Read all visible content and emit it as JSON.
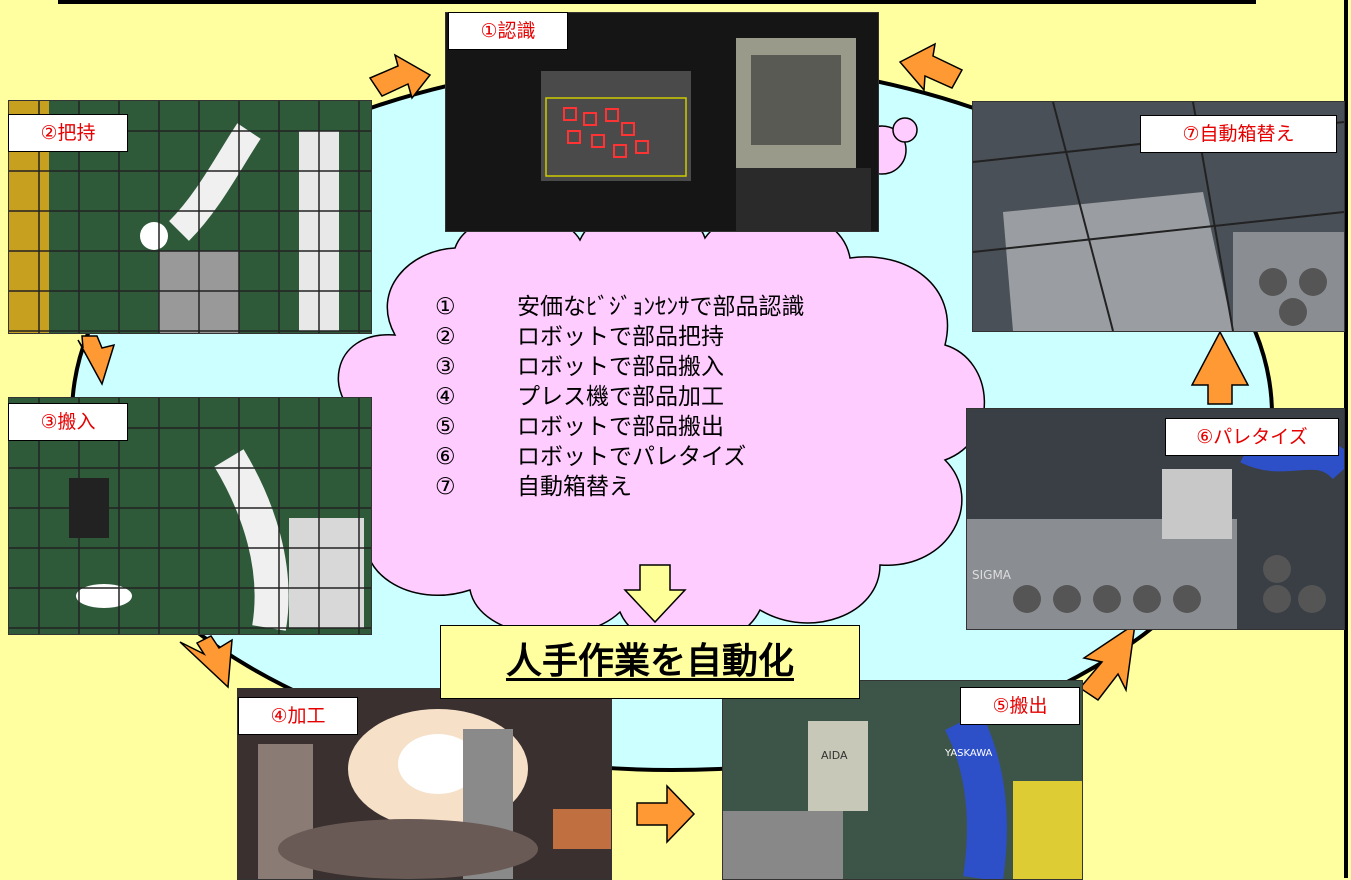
{
  "steps": [
    {
      "label": "①認識"
    },
    {
      "label": "②把持"
    },
    {
      "label": "③搬入"
    },
    {
      "label": "④加工"
    },
    {
      "label": "⑤搬出"
    },
    {
      "label": "⑥パレタイズ"
    },
    {
      "label": "⑦自動箱替え"
    }
  ],
  "summary": [
    {
      "num": "①",
      "text": "安価なﾋﾞｼﾞｮﾝｾﾝｻで部品認識"
    },
    {
      "num": "②",
      "text": "ロボットで部品把持"
    },
    {
      "num": "③",
      "text": "ロボットで部品搬入"
    },
    {
      "num": "④",
      "text": "プレス機で部品加工"
    },
    {
      "num": "⑤",
      "text": "ロボットで部品搬出"
    },
    {
      "num": "⑥",
      "text": "ロボットでパレタイズ"
    },
    {
      "num": "⑦",
      "text": "自動箱替え"
    }
  ],
  "headline": "人手作業を自動化",
  "photo_text": {
    "nameplate": "AIDA",
    "robot_brand": "YASKAWA",
    "robot_brand2": "SIGMA"
  },
  "colors": {
    "background": "#ffffa0",
    "cycle_fill": "#ccffff",
    "cloud_fill": "#ffccff",
    "arrow": "#ff9933",
    "label_text": "#e60000",
    "down_arrow": "#ffff99"
  }
}
